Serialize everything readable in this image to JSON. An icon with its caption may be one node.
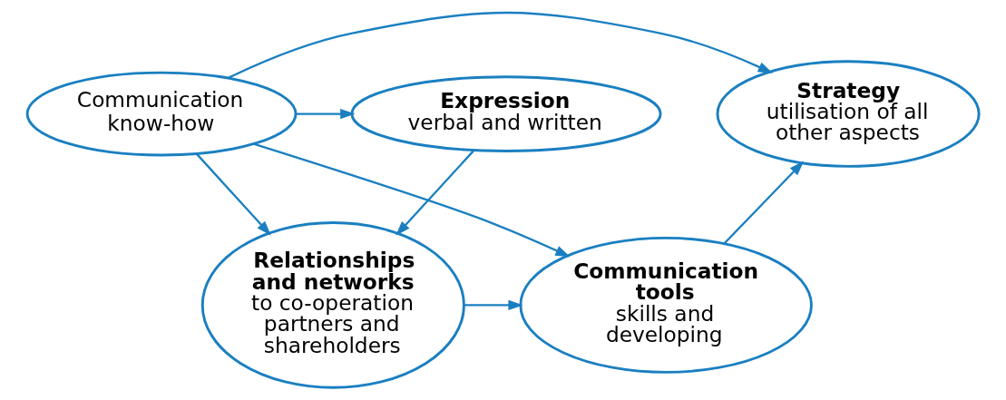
{
  "diagram": {
    "nodes": [
      {
        "text": [
          "Communication know-how"
        ]
      },
      {
        "text": [
          "Expression",
          "verbal and written"
        ]
      },
      {
        "text": [
          "Strategy",
          "utilisation of all other aspects"
        ]
      },
      {
        "text": [
          "Relationships and networks",
          "to co-operation partners and shareholders"
        ]
      },
      {
        "text": [
          "Communication tools",
          "skills and developing"
        ]
      }
    ],
    "edges": [
      {
        "from": 0,
        "to": 1,
        "arrow": "to"
      },
      {
        "from": 0,
        "to": 2,
        "arrow": "to"
      },
      {
        "from": 0,
        "to": 3,
        "arrow": "to"
      },
      {
        "from": 0,
        "to": 4,
        "arrow": "to"
      },
      {
        "from": 1,
        "to": 3,
        "arrow": "to"
      },
      {
        "from": 3,
        "to": 4,
        "arrow": "to"
      },
      {
        "from": 4,
        "to": 2,
        "arrow": "to"
      }
    ]
  }
}
